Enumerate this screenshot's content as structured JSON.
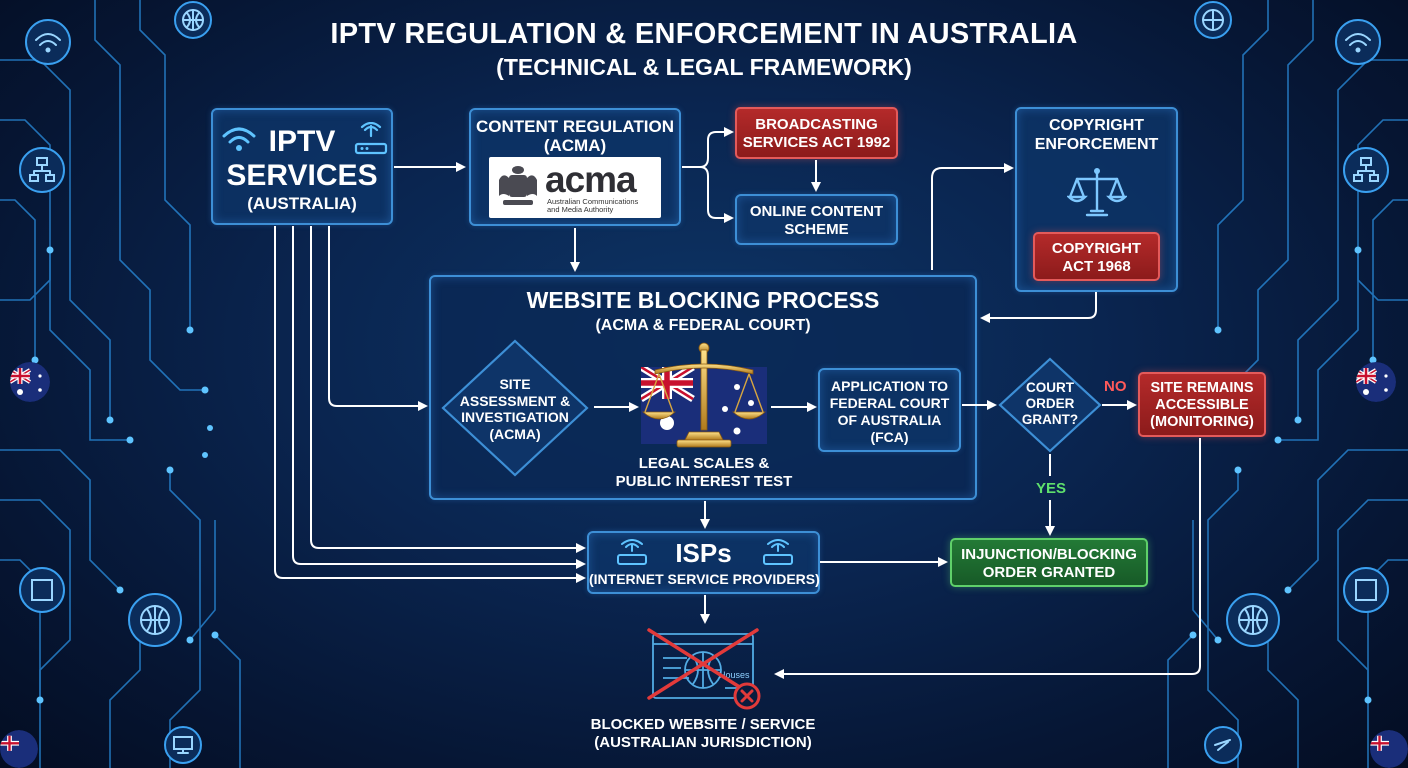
{
  "title": {
    "line1": "IPTV REGULATION & ENFORCEMENT IN AUSTRALIA",
    "line2": "(TECHNICAL & LEGAL FRAMEWORK)"
  },
  "iptv": {
    "title": "IPTV SERVICES",
    "title_l1": "IPTV",
    "title_l2": "SERVICES",
    "sub": "(AUSTRALIA)"
  },
  "content_regulation": {
    "l1": "CONTENT REGULATION",
    "l2": "(ACMA)",
    "logo_word": "acma",
    "logo_sub_l1": "Australian Communications",
    "logo_sub_l2": "and Media Authority"
  },
  "broadcasting_act": {
    "l1": "BROADCASTING",
    "l2": "SERVICES ACT 1992"
  },
  "online_content": {
    "l1": "ONLINE CONTENT",
    "l2": "SCHEME"
  },
  "copyright_enforcement": {
    "l1": "COPYRIGHT",
    "l2": "ENFORCEMENT"
  },
  "copyright_act": {
    "l1": "COPYRIGHT",
    "l2": "ACT 1968"
  },
  "website_blocking": {
    "title": "WEBSITE BLOCKING PROCESS",
    "sub": "(ACMA & FEDERAL COURT)"
  },
  "site_assessment": {
    "l1": "SITE",
    "l2": "ASSESSMENT &",
    "l3": "INVESTIGATION",
    "l4": "(ACMA)"
  },
  "legal_scales": {
    "l1": "LEGAL SCALES &",
    "l2": "PUBLIC INTEREST TEST"
  },
  "application": {
    "l1": "APPLICATION TO",
    "l2": "FEDERAL COURT",
    "l3": "OF AUSTRALIA",
    "l4": "(FCA)"
  },
  "court_order": {
    "l1": "COURT",
    "l2": "ORDER",
    "l3": "GRANT?"
  },
  "decision": {
    "no": "NO",
    "yes": "YES"
  },
  "site_remains": {
    "l1": "SITE REMAINS",
    "l2": "ACCESSIBLE",
    "l3": "(MONITORING)"
  },
  "isps": {
    "title": "ISPs",
    "sub": "(INTERNET SERVICE PROVIDERS)"
  },
  "injunction": {
    "l1": "INJUNCTION/BLOCKING",
    "l2": "ORDER GRANTED"
  },
  "blocked": {
    "l1": "BLOCKED WEBSITE / SERVICE",
    "l2": "(AUSTRALIAN JURISDICTION)",
    "screen_text": "Houses"
  },
  "colors": {
    "box_border": "#3d8fd6",
    "box_fill": "#0e3468",
    "red_fill": "#a52424",
    "green_fill": "#1f6e30",
    "arrow": "#ffffff",
    "circuit": "#2a8fe0"
  },
  "icons": [
    "wifi-icon",
    "router-icon",
    "globe-icon",
    "network-icon",
    "scales-icon",
    "australian-flag-icon",
    "monitor-icon",
    "crossed-globe-icon",
    "error-x-icon"
  ]
}
